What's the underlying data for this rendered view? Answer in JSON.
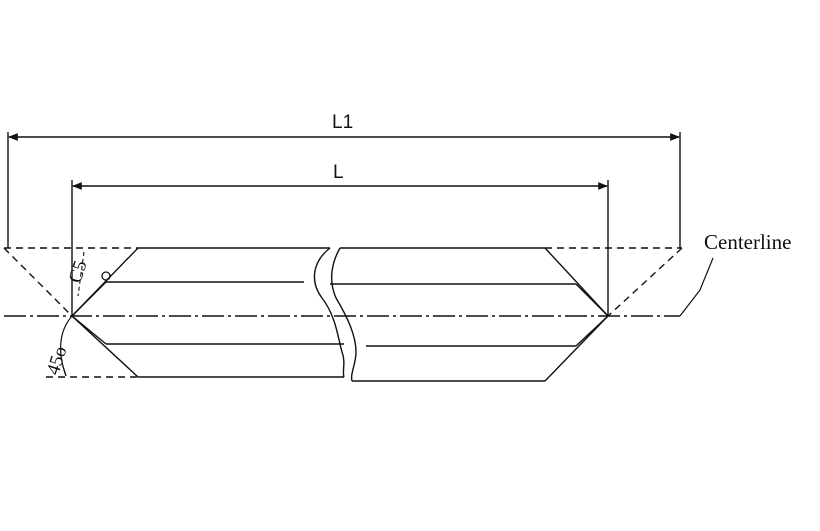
{
  "labels": {
    "overall_length": "L1",
    "length": "L",
    "centerline": "Centerline",
    "angle": "45o",
    "chamfer": "C5"
  },
  "colors": {
    "ink": "#111111",
    "background": "#ffffff"
  }
}
